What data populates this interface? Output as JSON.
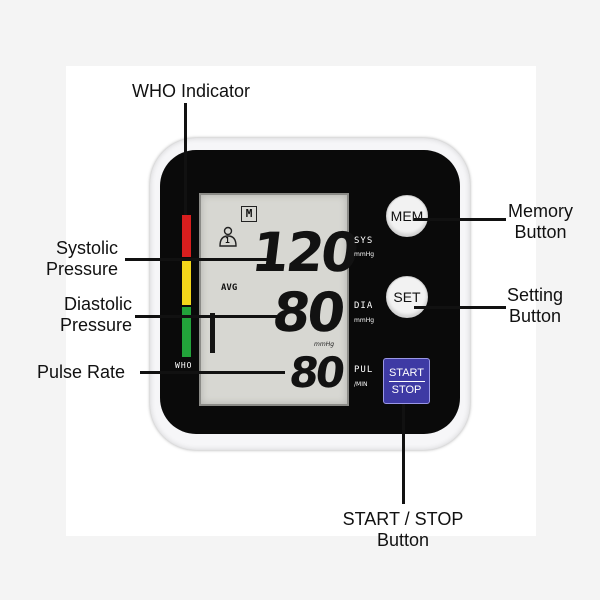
{
  "callouts": {
    "who_indicator": "WHO Indicator",
    "systolic_line1": "Systolic",
    "systolic_line2": "Pressure",
    "diastolic_line1": "Diastolic",
    "diastolic_line2": "Pressure",
    "pulse_rate": "Pulse Rate",
    "memory_line1": "Memory",
    "memory_line2": "Button",
    "setting_line1": "Setting",
    "setting_line2": "Button",
    "startstop_line1": "START / STOP",
    "startstop_line2": "Button"
  },
  "device": {
    "who_label": "WHO",
    "who_colors": [
      "#d81e1e",
      "#f3d61a",
      "#22a33a"
    ],
    "buttons": {
      "mem": "MEM",
      "set": "SET",
      "start": "START",
      "stop": "STOP"
    },
    "side_labels": {
      "sys": "SYS",
      "sys_unit": "mmHg",
      "dia": "DIA",
      "dia_unit": "mmHg",
      "pul": "PUL",
      "pul_unit": "/MIN"
    }
  },
  "lcd": {
    "memory_badge": "M",
    "user_badge": "1",
    "avg_label": "AVG",
    "systolic_value": "120",
    "diastolic_value": "80",
    "diastolic_unit": "mmHg",
    "pulse_value": "80"
  }
}
